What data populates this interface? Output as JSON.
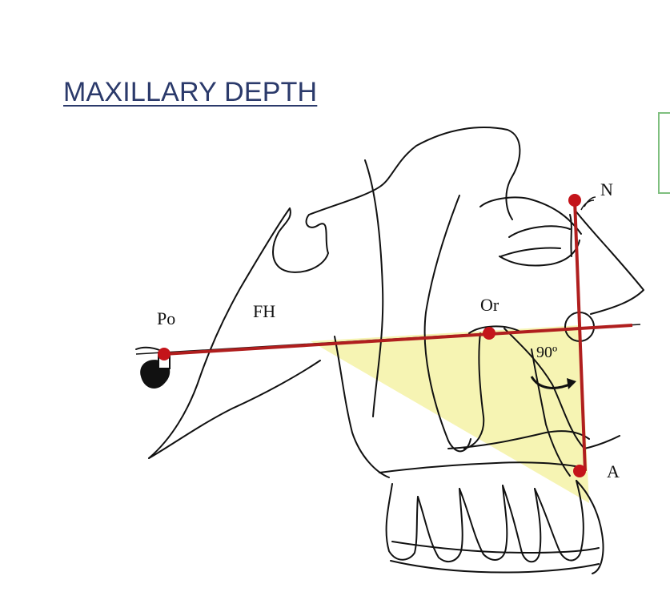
{
  "title": "MAXILLARY DEPTH",
  "labels": {
    "porion": "Po",
    "frankfort": "FH",
    "orbitale": "Or",
    "nasion": "N",
    "point_a": "A",
    "angle": "90º"
  },
  "colors": {
    "title": "#2b3a6b",
    "measure_line": "#b01e1e",
    "landmark_point": "#c4141a",
    "angle_fill": "#f4f2a6",
    "sketch": "#111111",
    "side_box_border": "#7fbf7f"
  }
}
